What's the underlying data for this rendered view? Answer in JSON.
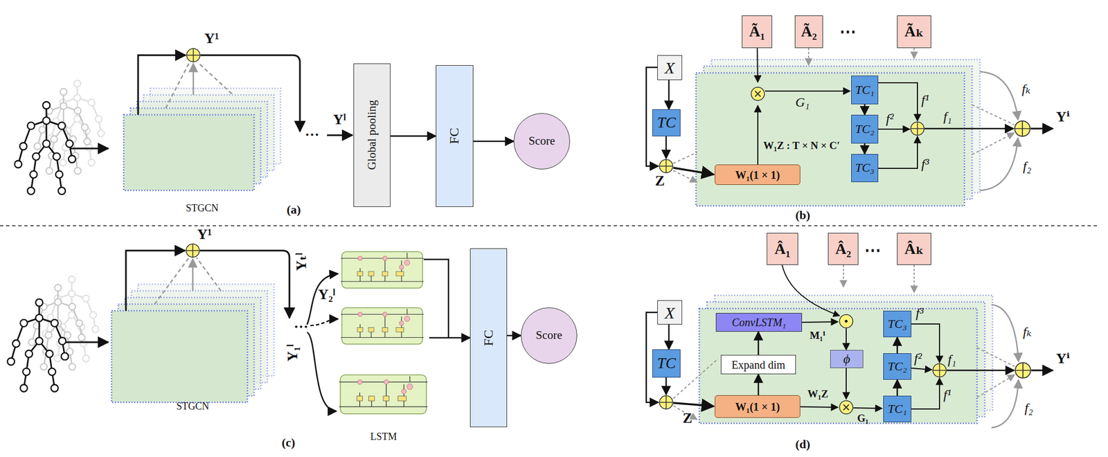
{
  "diagram": {
    "nodes": [
      {
        "text": [
          "STGCN"
        ]
      },
      {
        "text": [
          "Global pooling"
        ]
      },
      {
        "text": [
          "FC"
        ]
      },
      {
        "text": [
          "Score"
        ]
      },
      {
        "text": [
          "STGCN"
        ]
      },
      {
        "text": [
          "LSTM"
        ]
      },
      {
        "text": [
          "FC"
        ]
      },
      {
        "text": [
          "Score"
        ]
      },
      {
        "text": [
          "X"
        ]
      },
      {
        "text": [
          "TC"
        ]
      },
      {
        "text": [
          "Ã₁"
        ]
      },
      {
        "text": [
          "Ã₂"
        ]
      },
      {
        "text": [
          "Ãₖ"
        ]
      },
      {
        "text": [
          "TC₁"
        ]
      },
      {
        "text": [
          "TC₂"
        ]
      },
      {
        "text": [
          "TC₃"
        ]
      },
      {
        "text": [
          "W₁(1 × 1)"
        ]
      },
      {
        "text": [
          "X"
        ]
      },
      {
        "text": [
          "TC"
        ]
      },
      {
        "text": [
          "Â₁"
        ]
      },
      {
        "text": [
          "Â₂"
        ]
      },
      {
        "text": [
          "Âₖ"
        ]
      },
      {
        "text": [
          "ConvLSTM₁"
        ]
      },
      {
        "text": [
          "Expand dim"
        ]
      },
      {
        "text": [
          "W₁(1 × 1)"
        ]
      },
      {
        "text": [
          "ϕ"
        ]
      },
      {
        "text": [
          "TC₃"
        ]
      },
      {
        "text": [
          "TC₂"
        ]
      },
      {
        "text": [
          "TC₁"
        ]
      }
    ],
    "edges": [
      {
        "from": 1,
        "to": 2,
        "arrow": "to"
      },
      {
        "from": 2,
        "to": 3,
        "arrow": "to"
      },
      {
        "from": 5,
        "to": 6,
        "arrow": "to"
      },
      {
        "from": 6,
        "to": 7,
        "arrow": "to"
      },
      {
        "from": 8,
        "to": 9,
        "arrow": "to"
      },
      {
        "from": 13,
        "to": 14,
        "arrow": "to"
      },
      {
        "from": 14,
        "to": 15,
        "arrow": "to"
      },
      {
        "from": 17,
        "to": 18,
        "arrow": "to"
      },
      {
        "from": 24,
        "to": 23,
        "arrow": "to"
      },
      {
        "from": 23,
        "to": 22,
        "arrow": "to"
      },
      {
        "from": 28,
        "to": 27,
        "arrow": "to"
      },
      {
        "from": 27,
        "to": 26,
        "arrow": "to"
      }
    ],
    "labels": [
      "Y¹",
      "…",
      "Yˡ",
      "(a)",
      "Y¹",
      "…",
      "Yₜˡ",
      "Y₂ˡ",
      "Y₁ˡ",
      "(c)",
      "⋯",
      "G₁",
      "f¹",
      "f²",
      "f³",
      "f₁",
      "W₁Z : T × N × C′",
      "Z",
      "fₖ",
      "f₂",
      "Yⁱ",
      "(b)",
      "⋯",
      "M₁ⁱ",
      "W₁Z",
      "G₁",
      "f³",
      "f²",
      "f₁",
      "f¹",
      "Z",
      "fₖ",
      "f₂",
      "Yⁱ",
      "(d)"
    ]
  }
}
